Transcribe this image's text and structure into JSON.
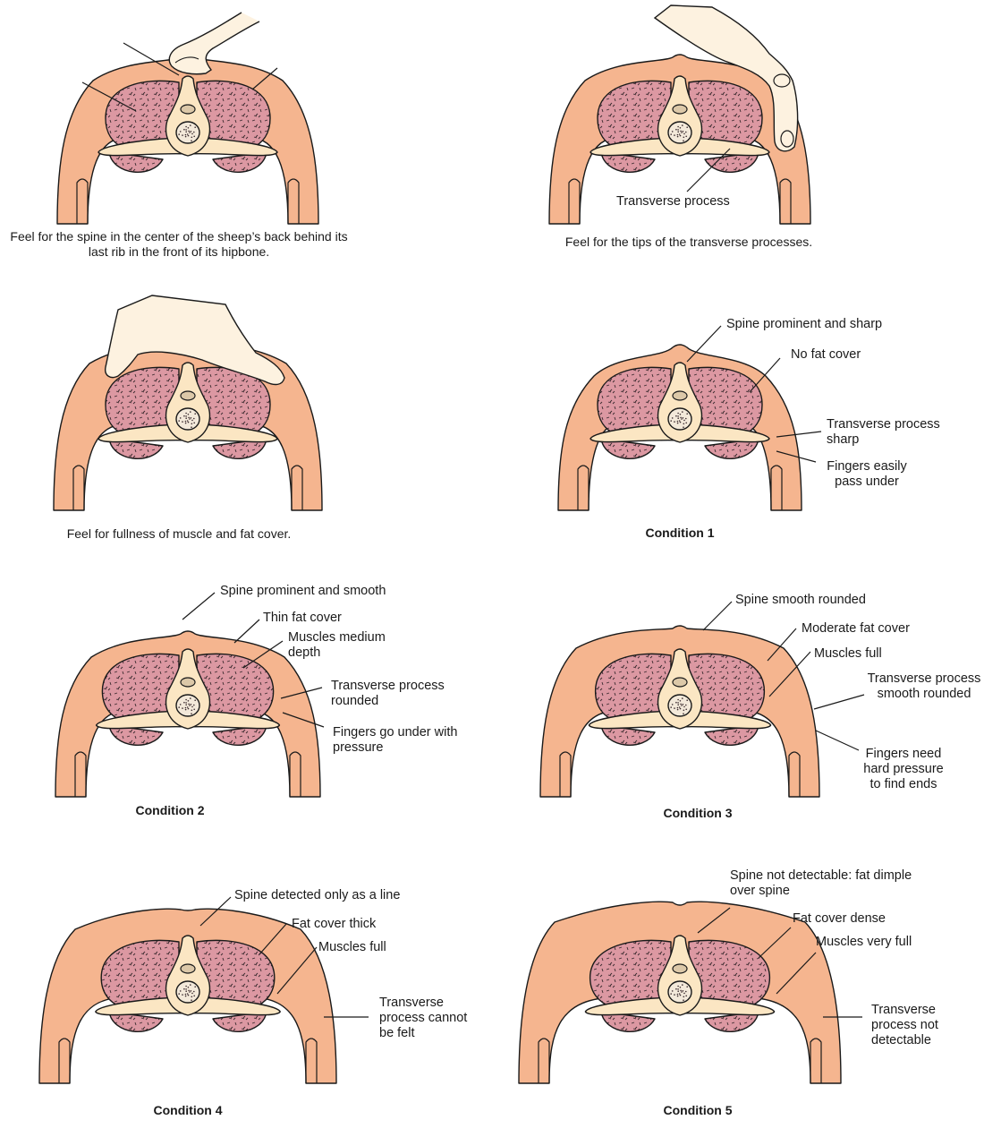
{
  "colors": {
    "body_fill": "#f5b58f",
    "outline": "#1a1a1a",
    "muscle": "#dc98a2",
    "bone": "#fbe6c3",
    "hand": "#fdf2e0",
    "cord_center": "#dcc8a8"
  },
  "panels": {
    "p1": {
      "caption": "Feel for the spine in the center of the sheep’s back behind its last rib in the front of its hipbone."
    },
    "p2": {
      "caption": "Feel for the tips of the transverse processes.",
      "labels": {
        "transverse": "Transverse process"
      }
    },
    "p3": {
      "caption": "Feel for fullness of muscle and fat cover."
    },
    "p4": {
      "caption": "Condition 1",
      "labels": {
        "spine": "Spine prominent and sharp",
        "fat": "No fat cover",
        "transverse": "Transverse process sharp",
        "fingers": "Fingers easily pass under"
      }
    },
    "p5": {
      "caption": "Condition 2",
      "labels": {
        "spine": "Spine prominent and smooth",
        "fat": "Thin fat cover",
        "muscles": "Muscles medium depth",
        "transverse": "Transverse process rounded",
        "fingers": "Fingers go under with pressure"
      }
    },
    "p6": {
      "caption": "Condition 3",
      "labels": {
        "spine": "Spine smooth rounded",
        "fat": "Moderate fat cover",
        "muscles": "Muscles full",
        "transverse": "Transverse process smooth rounded",
        "fingers": "Fingers need hard pressure to find ends"
      }
    },
    "p7": {
      "caption": "Condition 4",
      "labels": {
        "spine": "Spine detected only as a line",
        "fat": "Fat cover thick",
        "muscles": "Muscles full",
        "transverse": "Transverse process cannot be felt"
      }
    },
    "p8": {
      "caption": "Condition 5",
      "labels": {
        "spine": "Spine not detectable: fat dimple over spine",
        "fat": "Fat cover dense",
        "muscles": "Muscles very full",
        "transverse": "Transverse process not detectable"
      }
    }
  }
}
